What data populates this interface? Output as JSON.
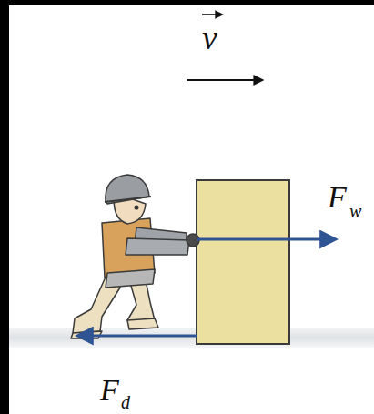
{
  "diagram": {
    "labels": [
      "v",
      "F",
      "w",
      "F",
      "d"
    ]
  }
}
